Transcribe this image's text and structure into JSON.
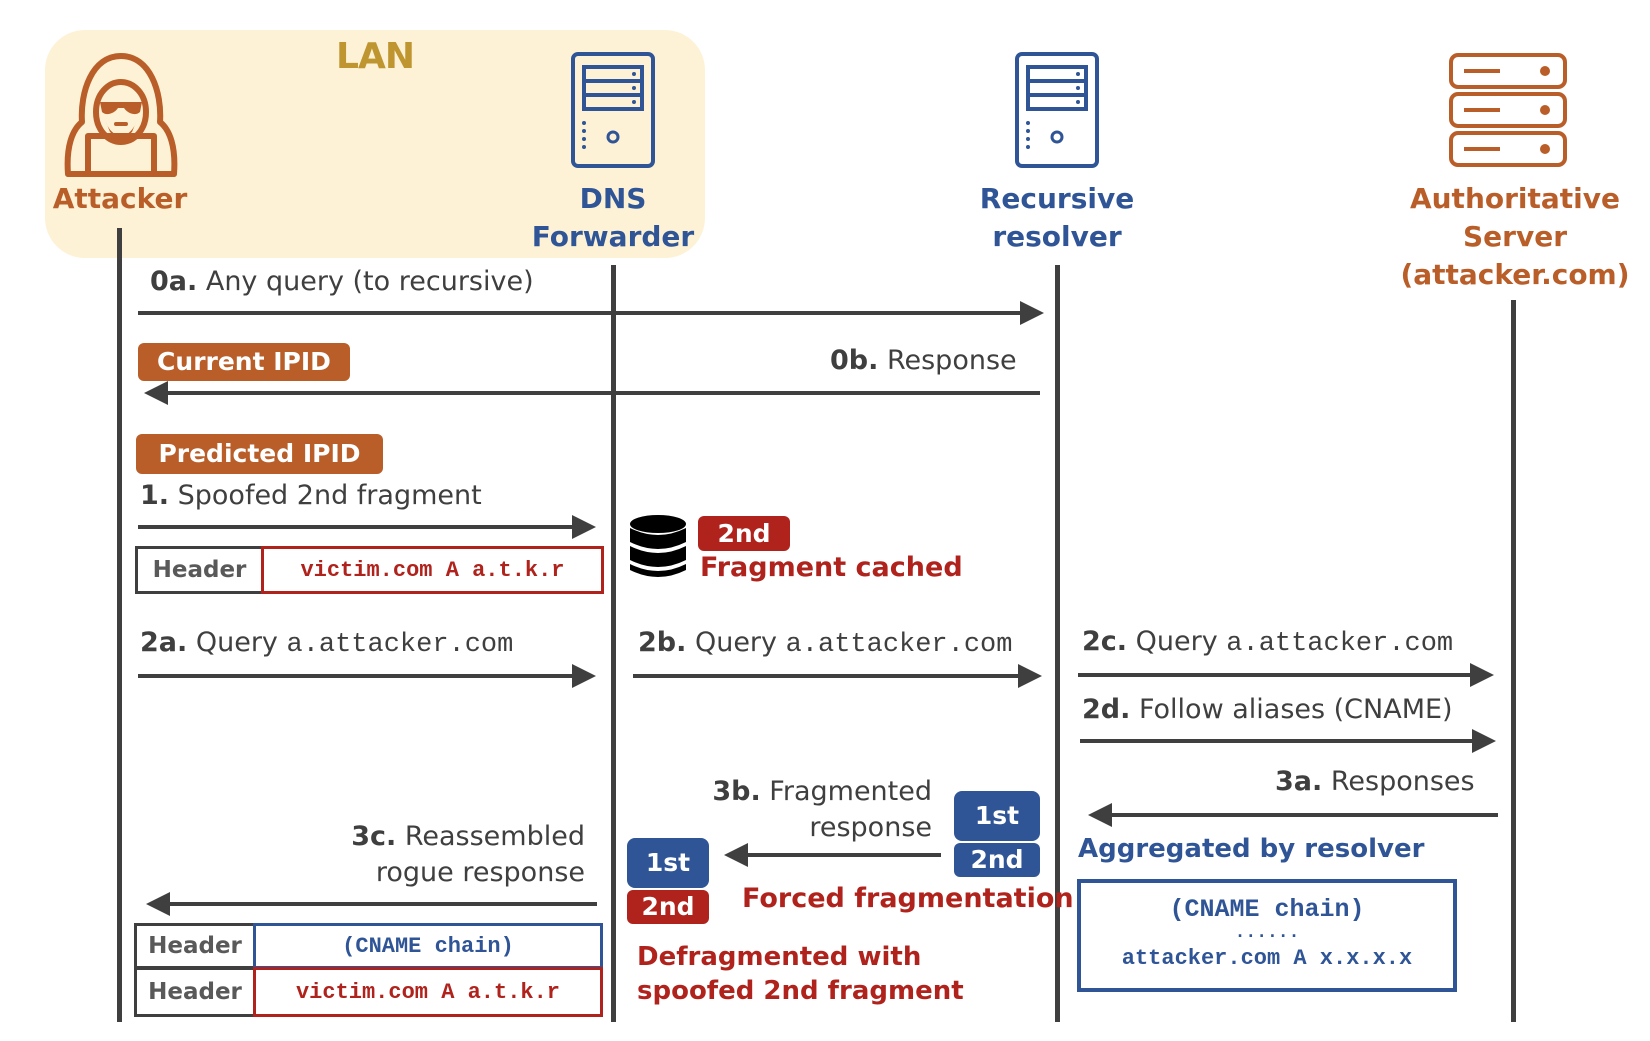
{
  "lan": {
    "label": "LAN"
  },
  "actors": {
    "attacker": {
      "label": "Attacker",
      "icon": "hacker-icon"
    },
    "forwarder": {
      "line1": "DNS",
      "line2": "Forwarder",
      "icon": "server-tower-icon"
    },
    "resolver": {
      "line1": "Recursive",
      "line2": "resolver",
      "icon": "server-tower-icon"
    },
    "authoritative": {
      "line1": "Authoritative",
      "line2": "Server",
      "line3": "(attacker.com)",
      "icon": "server-rack-icon"
    }
  },
  "messages": {
    "m0a": {
      "step": "0a.",
      "text": " Any query (to recursive)"
    },
    "m0b": {
      "step": "0b.",
      "text": " Response"
    },
    "m1": {
      "step": "1.",
      "text": " Spoofed 2nd fragment"
    },
    "m2a": {
      "step": "2a.",
      "text": " Query ",
      "code": "a.attacker.com"
    },
    "m2b": {
      "step": "2b.",
      "text": " Query ",
      "code": "a.attacker.com"
    },
    "m2c": {
      "step": "2c.",
      "text": " Query ",
      "code": "a.attacker.com"
    },
    "m2d": {
      "step": "2d.",
      "text": " Follow aliases (CNAME)"
    },
    "m3a": {
      "step": "3a.",
      "text": " Responses"
    },
    "m3b": {
      "step": "3b.",
      "text1": " Fragmented",
      "text2": "response"
    },
    "m3c": {
      "step": "3c.",
      "text1": " Reassembled",
      "text2": "rogue response"
    }
  },
  "badges": {
    "current_ipid": "Current IPID",
    "predicted_ipid": "Predicted IPID",
    "cached_2nd": "2nd",
    "frag_1st": "1st",
    "frag_2nd": "2nd",
    "defrag_1st": "1st",
    "defrag_2nd": "2nd"
  },
  "annotations": {
    "fragment_cached": "Fragment cached",
    "forced_fragmentation": "Forced fragmentation",
    "aggregated": "Aggregated by resolver",
    "defragmented_line1": "Defragmented with",
    "defragmented_line2": "spoofed 2nd fragment"
  },
  "packets": {
    "spoofed": {
      "header": "Header",
      "record": "victim.com A a.t.k.r"
    },
    "rogue": {
      "row1": {
        "header": "Header",
        "record": "(CNAME chain)"
      },
      "row2": {
        "header": "Header",
        "record": "victim.com A a.t.k.r"
      }
    },
    "aggregated": {
      "line1": "(CNAME chain)",
      "line2": "......",
      "line3": "attacker.com A x.x.x.x"
    }
  },
  "colors": {
    "attacker": "#b95e28",
    "dns": "#2f5597",
    "spoofed": "#b0231d",
    "lan": "#fdf2d6",
    "line": "#3f3f3f"
  }
}
